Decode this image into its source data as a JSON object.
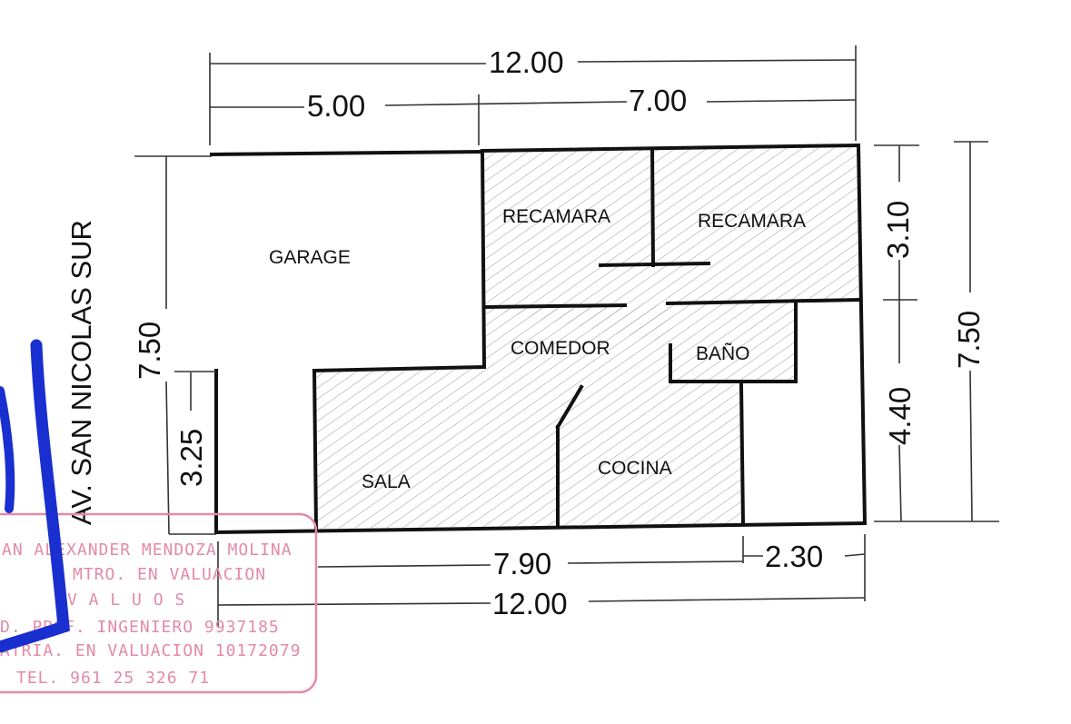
{
  "rooms": {
    "garage": "GARAGE",
    "recamara_1": "RECAMARA",
    "recamara_2": "RECAMARA",
    "comedor": "COMEDOR",
    "bano": "BAÑO",
    "sala": "SALA",
    "cocina": "COCINA"
  },
  "dimensions": {
    "top_total": "12.00",
    "top_left": "5.00",
    "top_right": "7.00",
    "left_height": "7.50",
    "left_sub": "3.25",
    "right_upper": "3.10",
    "right_lower": "4.40",
    "right_total": "7.50",
    "bottom_left": "7.90",
    "bottom_right": "2.30",
    "bottom_total": "12.00"
  },
  "street": "AV. SAN NICOLAS SUR",
  "stamp": {
    "line1": "AN ALEXANDER MENDOZA MOLINA",
    "line2": "MTRO. EN VALUACION",
    "line3": "V A L U O S",
    "line4": "D. PROF. INGENIERO 9937185",
    "line5": "ATRIA. EN VALUACION 10172079",
    "line6": "TEL. 961 25 326 71"
  },
  "colors": {
    "wall": "#111111",
    "hatch": "#9a9a9a",
    "stamp": "#e48aa4",
    "ink_blue": "#1a2fcf"
  }
}
